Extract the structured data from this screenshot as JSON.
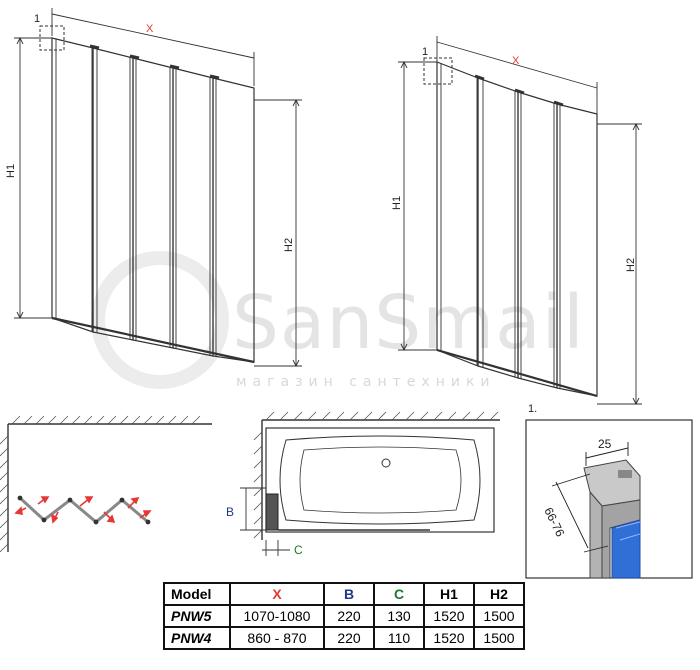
{
  "watermark": {
    "brand": "SanSmail",
    "tagline": "магазин сантехники"
  },
  "diagram_left": {
    "detail_num": "1",
    "x_label": "X",
    "h1_label": "H1",
    "h2_label": "H2"
  },
  "diagram_right": {
    "detail_num": "1",
    "x_label": "X",
    "h1_label": "H1",
    "h2_label": "H2"
  },
  "plan": {
    "b_label": "B",
    "c_label": "C"
  },
  "detail": {
    "title": "1.",
    "width_label": "25",
    "range_label": "66-76"
  },
  "colors": {
    "red": "#e53935",
    "blue": "#1e3a8a",
    "green": "#1b7a2b",
    "glass": "#2f6fd6"
  },
  "table": {
    "headers": {
      "model": "Model",
      "x": "X",
      "b": "B",
      "c": "C",
      "h1": "H1",
      "h2": "H2"
    },
    "rows": [
      {
        "model": "PNW5",
        "x": "1070-1080",
        "b": "220",
        "c": "130",
        "h1": "1520",
        "h2": "1500"
      },
      {
        "model": "PNW4",
        "x": "860 - 870",
        "b": "220",
        "c": "110",
        "h1": "1520",
        "h2": "1500"
      }
    ]
  }
}
